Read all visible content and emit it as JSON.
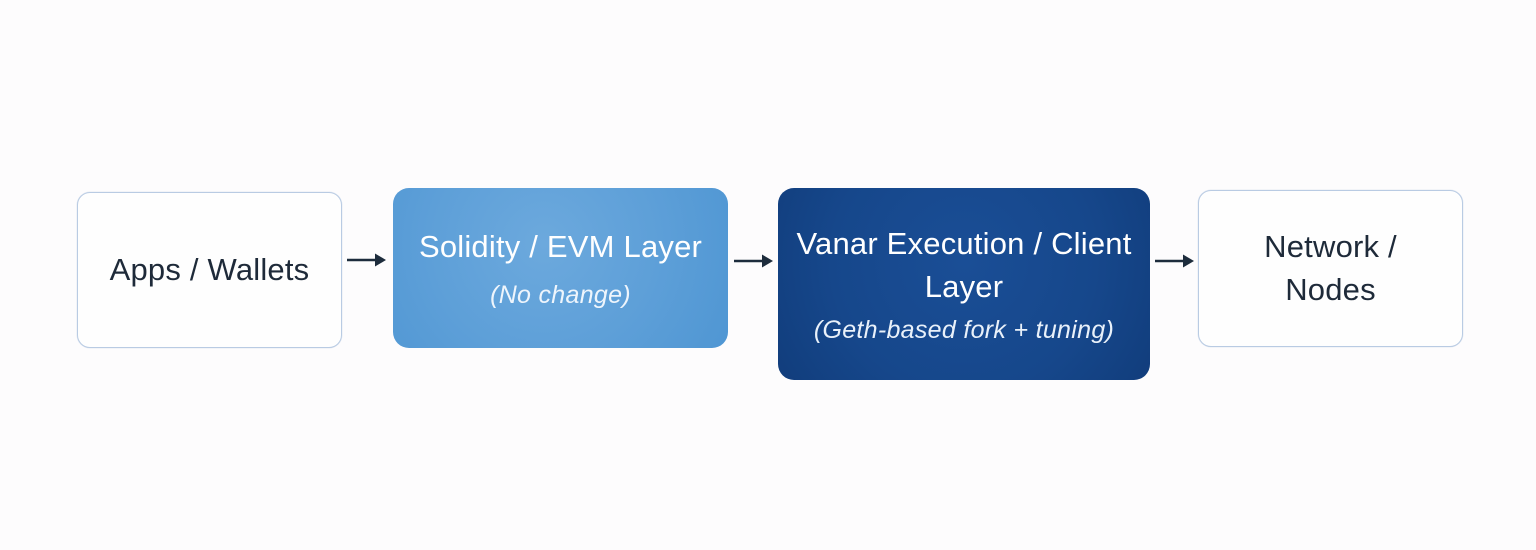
{
  "diagram": {
    "title": "Vanar execution stack flow",
    "background_color": "#fdfcfd",
    "nodes": [
      {
        "id": "apps-wallets",
        "title": "Apps / Wallets",
        "subtitle": "",
        "variant": "outline"
      },
      {
        "id": "solidity-evm-layer",
        "title": "Solidity / EVM Layer",
        "subtitle": "(No change)",
        "variant": "light-blue"
      },
      {
        "id": "vanar-execution-client-layer",
        "title": "Vanar Execution / Client\nLayer",
        "subtitle": "(Geth-based fork + tuning)",
        "variant": "dark-blue"
      },
      {
        "id": "network-nodes",
        "title": "Network /\nNodes",
        "subtitle": "",
        "variant": "outline"
      }
    ],
    "arrows": [
      {
        "from": "apps-wallets",
        "to": "solidity-evm-layer"
      },
      {
        "from": "solidity-evm-layer",
        "to": "vanar-execution-client-layer"
      },
      {
        "from": "vanar-execution-client-layer",
        "to": "network-nodes"
      }
    ],
    "colors": {
      "light_blue_fill": "#5d9fd8",
      "dark_blue_fill": "#16478b",
      "outline_border": "#b9cbe3",
      "outline_fill": "#fefefe",
      "dark_text": "#1e2a39",
      "light_text": "#ffffff",
      "arrow": "#1d2c3c"
    }
  }
}
